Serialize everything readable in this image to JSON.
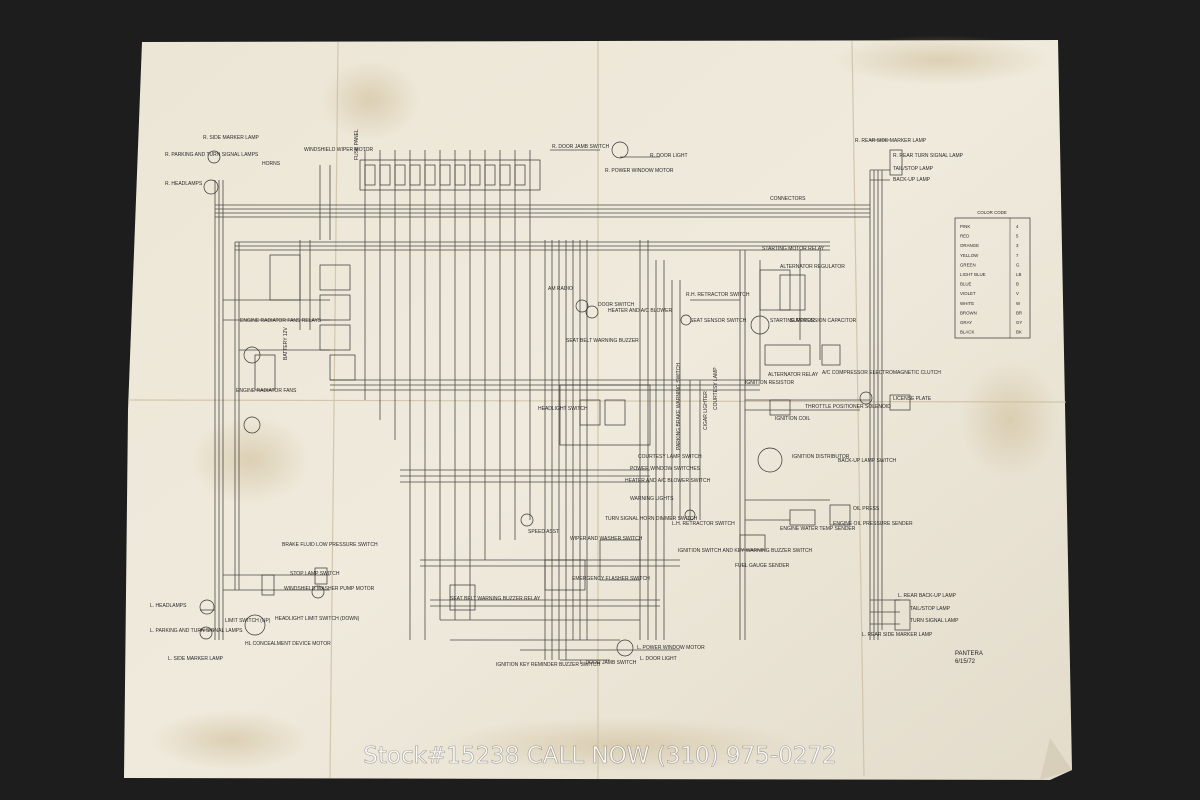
{
  "watermark": "Stock#15238 CALL NOW (310) 975-0272",
  "title_block": {
    "name": "PANTERA",
    "date": "6/15/72"
  },
  "color_code": {
    "title": "COLOR CODE",
    "rows": [
      {
        "color": "PINK",
        "code": "4"
      },
      {
        "color": "RED",
        "code": "5"
      },
      {
        "color": "ORANGE",
        "code": "3"
      },
      {
        "color": "YELLOW",
        "code": "7"
      },
      {
        "color": "GREEN",
        "code": "G"
      },
      {
        "color": "LIGHT BLUE",
        "code": "LB"
      },
      {
        "color": "BLUE",
        "code": "B"
      },
      {
        "color": "VIOLET",
        "code": "V"
      },
      {
        "color": "WHITE",
        "code": "W"
      },
      {
        "color": "BROWN",
        "code": "BR"
      },
      {
        "color": "GRAY",
        "code": "GY"
      },
      {
        "color": "BLACK",
        "code": "BK"
      }
    ]
  },
  "labels": {
    "r_side_marker": "R. SIDE MARKER LAMP",
    "r_parking_turn": "R. PARKING AND TURN SIGNAL LAMPS",
    "r_headlamps": "R. HEADLAMPS",
    "horns": "HORNS",
    "windshield_wiper_motor": "WINDSHIELD WIPER MOTOR",
    "fuse_panel": "FUSE PANEL",
    "r_door_jamb_switch": "R. DOOR JAMB SWITCH",
    "r_power_window_motor": "R. POWER WINDOW MOTOR",
    "r_door_light": "R. DOOR LIGHT",
    "r_rear_side_marker": "R. REAR SIDE MARKER LAMP",
    "r_rear_turn": "R. REAR TURN SIGNAL LAMP",
    "tail_stop_lamp_r": "TAIL/STOP LAMP",
    "back_up_lamp_r": "BACK-UP LAMP",
    "connectors": "CONNECTORS",
    "starting_motor_relay": "STARTING MOTOR RELAY",
    "alternator_regulator": "ALTERNATOR REGULATOR",
    "starting_motor": "STARTING MOTOR",
    "suppression_capacitor": "SUPPRESSION CAPACITOR",
    "alternator_relay": "ALTERNATOR RELAY",
    "ac_compressor_clutch": "A/C COMPRESSOR ELECTROMAGNETIC CLUTCH",
    "engine_radiator_fans": "ENGINE RADIATOR FANS",
    "engine_radiator_fans_relays": "ENGINE RADIATOR FANS RELAYS",
    "battery": "BATTERY 12V",
    "rh_retractor_switch": "R.H. RETRACTOR SWITCH",
    "seat_sensor_switch": "SEAT SENSOR SWITCH",
    "heater_ac_blower": "HEATER AND A/C BLOWER",
    "door_switch": "DOOR SWITCH",
    "seat_belt_buzzer": "SEAT BELT WARNING BUZZER",
    "radio": "AM RADIO",
    "ignition_resistor": "IGNITION RESISTOR",
    "ignition_coil": "IGNITION COIL",
    "throttle_solenoid": "THROTTLE POSITIONER SOLENOID",
    "ignition_distributor": "IGNITION DISTRIBUTOR",
    "license_plate": "LICENSE PLATE",
    "back_up_lamp_switch": "BACK-UP LAMP SWITCH",
    "oil_press": "OIL PRESS",
    "engine_oil_pressure_sender": "ENGINE OIL PRESSURE SENDER",
    "engine_water_temp_sender": "ENGINE WATER TEMP SENDER",
    "fuel_gauge_sender": "FUEL GAUGE SENDER",
    "headlight_switch": "HEADLIGHT SWITCH",
    "courtesy_lamp_switch": "COURTESY LAMP SWITCH",
    "power_window_switches": "POWER WINDOW SWITCHES",
    "heater_blower_switch": "HEATER AND A/C BLOWER SWITCH",
    "warning_lights": "WARNING LIGHTS",
    "turn_signal_flasher": "TURN SIGNAL HORN DIMMER SWITCH",
    "speed_asst": "SPEED ASST",
    "wiper_washer_switch": "WIPER AND WASHER SWITCH",
    "ignition_key_switch": "IGNITION SWITCH AND KEY WARNING BUZZER SWITCH",
    "emergency_flasher_switch": "EMERGENCY FLASHER SWITCH",
    "seat_belt_relay": "SEAT BELT WARNING BUZZER RELAY",
    "lh_retractor_switch": "L.H. RETRACTOR SWITCH",
    "brake_fluid_switch": "BRAKE FLUID LOW PRESSURE SWITCH",
    "stop_lamp_switch": "STOP LAMP SWITCH",
    "windshield_washer_pump": "WINDSHIELD WASHER PUMP MOTOR",
    "limit_switch": "LIMIT SWITCH (UP)",
    "headlight_limit_switch": "HEADLIGHT LIMIT SWITCH (DOWN)",
    "headlight_concealment_motor": "HL CONCEALMENT DEVICE MOTOR",
    "l_headlamps": "L. HEADLAMPS",
    "l_parking_turn": "L. PARKING AND TURN SIGNAL LAMPS",
    "l_side_marker": "L. SIDE MARKER LAMP",
    "ignition_key_buzzer": "IGNITION KEY REMINDER BUZZER SWITCH",
    "l_door_jamb_switch": "L. DOOR JAMB SWITCH",
    "l_power_window_motor": "L. POWER WINDOW MOTOR",
    "l_door_light": "L. DOOR LIGHT",
    "l_rear_back_up": "L. REAR BACK-UP LAMP",
    "l_tail_stop": "TAIL/STOP LAMP",
    "l_turn_signal": "TURN SIGNAL LAMP",
    "l_rear_side_marker": "L. REAR SIDE MARKER LAMP",
    "courtesy_lamp": "COURTESY LAMP",
    "cigar_lighter": "CIGAR LIGHTER",
    "parking_brake_warning": "PARKING BRAKE WARNING SWITCH"
  }
}
